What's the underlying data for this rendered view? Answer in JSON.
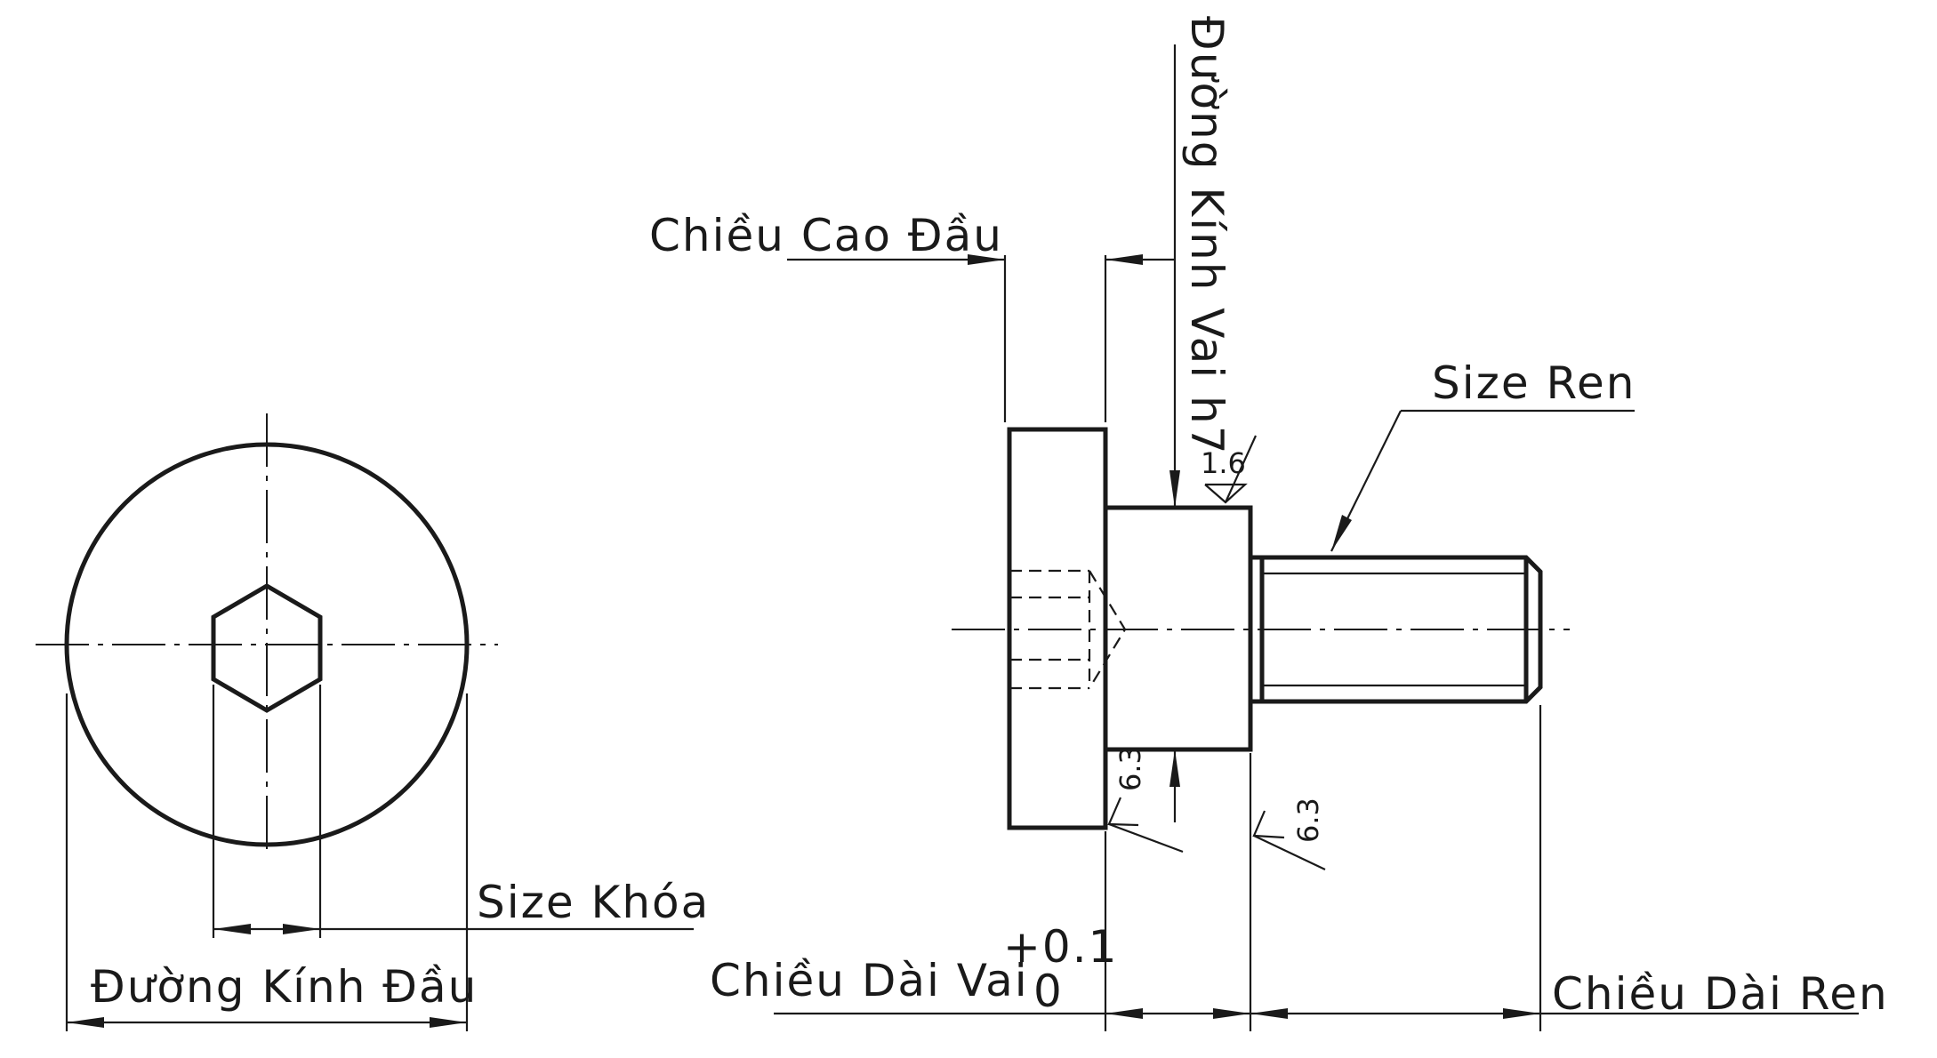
{
  "labels": {
    "head_height": "Chiều Cao Đầu",
    "shoulder_diameter": "Đường Kính Vai h7",
    "thread_size": "Size Ren",
    "key_size": "Size Khóa",
    "head_diameter": "Đường Kính Đầu",
    "shoulder_length": "Chiều Dài Vai",
    "shoulder_length_tol_upper": "+0.1",
    "shoulder_length_tol_lower": "0",
    "thread_length": "Chiều Dài Ren"
  },
  "surface_finish": {
    "shoulder_top": "1.6",
    "head_face": "6.3",
    "shoulder_face": "6.3"
  }
}
